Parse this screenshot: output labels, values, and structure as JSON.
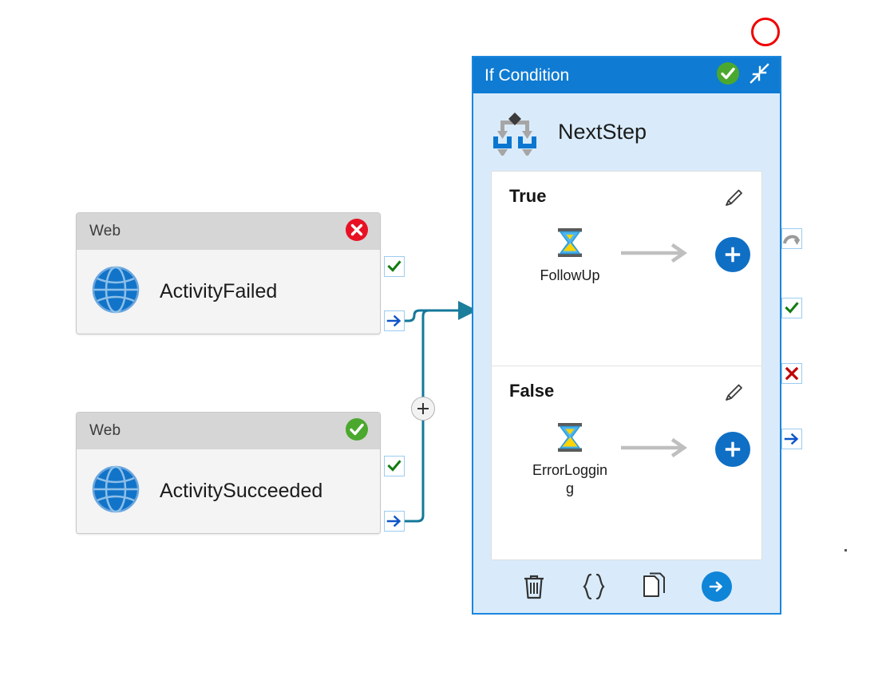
{
  "annotation": {
    "circle_color": "#ef0000"
  },
  "cards": [
    {
      "header_title": "Web",
      "status_icon": "error-circle-icon",
      "status_color": "#e81123",
      "activity_icon": "globe-icon",
      "label": "ActivityFailed",
      "badges": [
        {
          "name": "success-badge",
          "icon": "green-check-icon"
        },
        {
          "name": "completion-badge",
          "icon": "blue-arrow-right-icon"
        }
      ]
    },
    {
      "header_title": "Web",
      "status_icon": "success-circle-icon",
      "status_color": "#4ba82e",
      "activity_icon": "globe-icon",
      "label": "ActivitySucceeded",
      "badges": [
        {
          "name": "success-badge",
          "icon": "green-check-icon"
        },
        {
          "name": "completion-badge",
          "icon": "blue-arrow-right-icon"
        }
      ]
    }
  ],
  "connector": {
    "color": "#15789a",
    "add_node_label": "+"
  },
  "panel": {
    "title": "If Condition",
    "header_color": "#0f7bd2",
    "body_color": "#d9ebfb",
    "status_icon": "success-circle-icon",
    "collapse_icon": "collapse-diagonal-arrows-icon",
    "subhead_icon": "branch-decision-icon",
    "subhead_label": "NextStep",
    "branches": [
      {
        "title": "True",
        "edit_icon": "pencil-icon",
        "activity_icon": "hourglass-icon",
        "activity_name": "FollowUp",
        "arrow_icon": "arrow-right-icon",
        "add_icon": "plus-icon"
      },
      {
        "title": "False",
        "edit_icon": "pencil-icon",
        "activity_icon": "hourglass-icon",
        "activity_name": "ErrorLogging",
        "arrow_icon": "arrow-right-icon",
        "add_icon": "plus-icon"
      }
    ],
    "toolbar": [
      {
        "name": "delete-button",
        "icon": "trash-icon"
      },
      {
        "name": "code-button",
        "icon": "curly-braces-icon"
      },
      {
        "name": "duplicate-button",
        "icon": "copy-pages-icon"
      },
      {
        "name": "go-button",
        "icon": "arrow-right-circle-icon"
      }
    ],
    "side_badges": [
      {
        "name": "skip-badge",
        "icon": "skip-curved-arrow-icon"
      },
      {
        "name": "success-badge",
        "icon": "green-check-icon"
      },
      {
        "name": "failure-badge",
        "icon": "red-x-icon"
      },
      {
        "name": "completion-badge",
        "icon": "blue-arrow-right-icon"
      }
    ]
  }
}
